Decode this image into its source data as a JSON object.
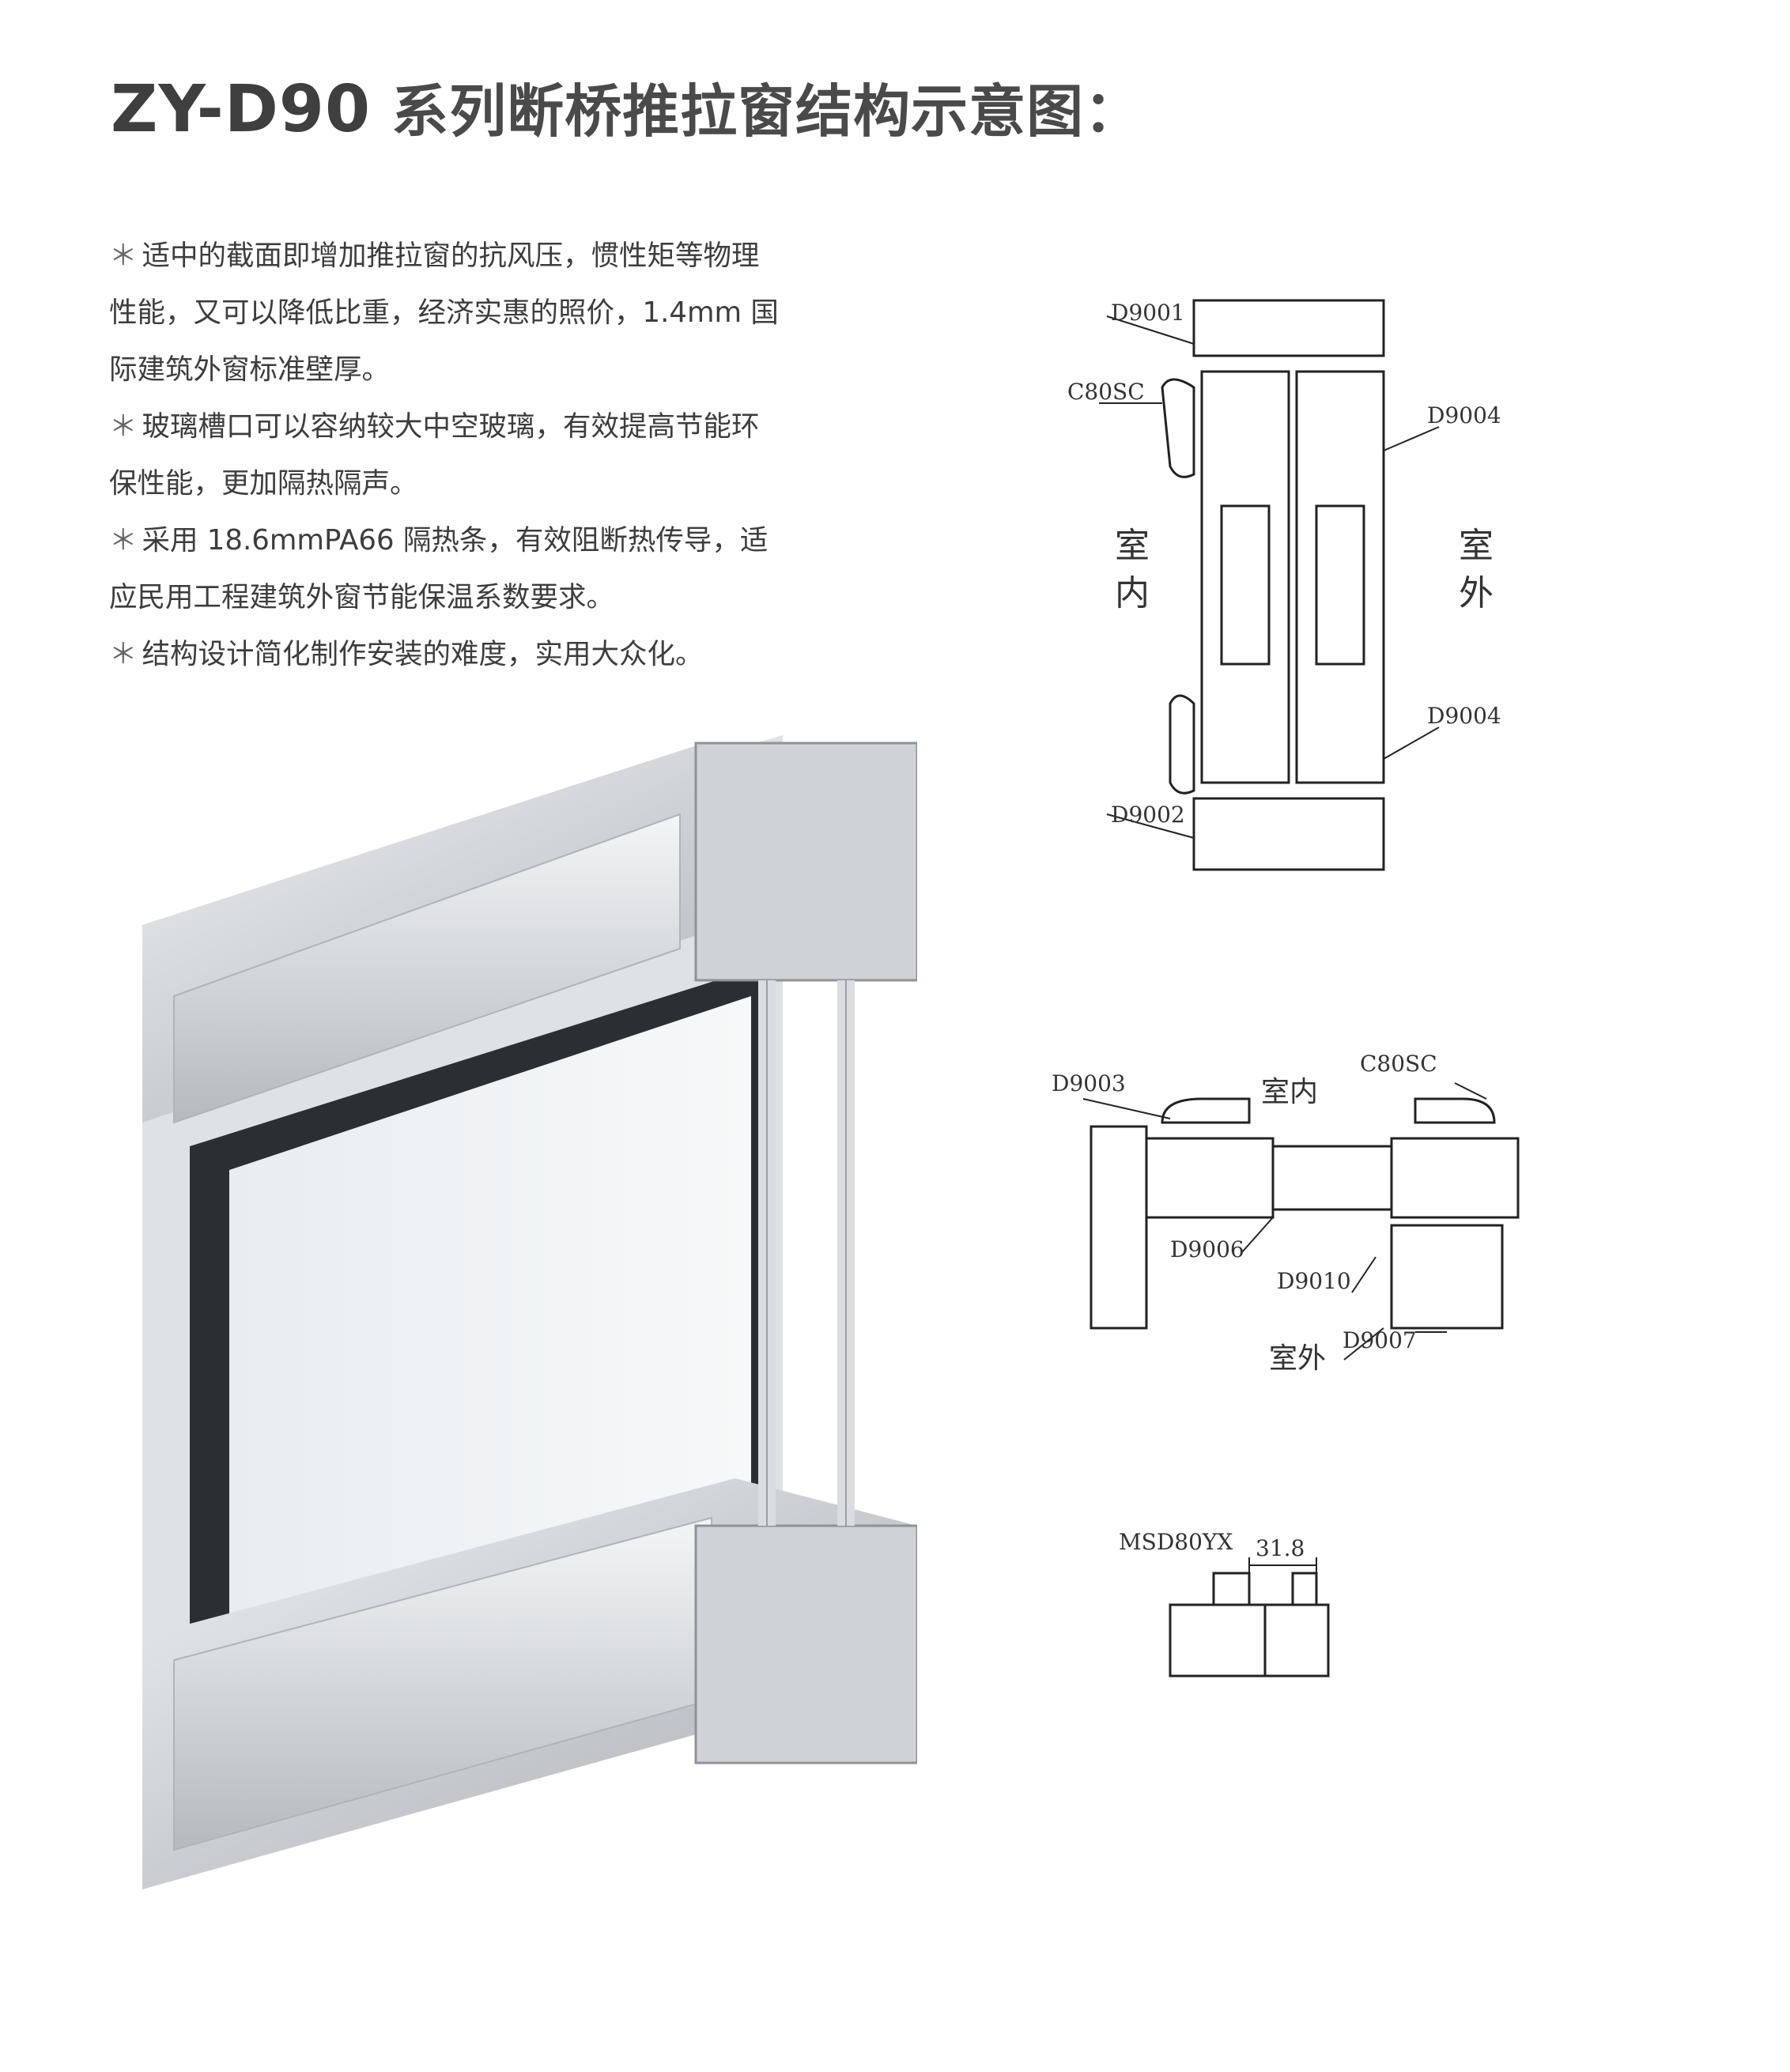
{
  "title": {
    "code": "ZY-D90",
    "text": " 系列断桥推拉窗结构示意图："
  },
  "features": [
    {
      "star": "＊",
      "lines": [
        "适中的截面即增加推拉窗的抗风压，惯性矩等物理",
        "性能，又可以降低比重，经济实惠的照价，1.4mm 国",
        "际建筑外窗标准壁厚。"
      ]
    },
    {
      "star": "＊",
      "lines": [
        "玻璃槽口可以容纳较大中空玻璃，有效提高节能环",
        "保性能，更加隔热隔声。"
      ]
    },
    {
      "star": "＊",
      "lines": [
        "采用 18.6mmPA66 隔热条，有效阻断热传导，适",
        "应民用工程建筑外窗节能保温系数要求。"
      ]
    },
    {
      "star": "＊",
      "lines": [
        "结构设计简化制作安装的难度，实用大众化。"
      ]
    }
  ],
  "diagram_vertical": {
    "labels": {
      "d9001": "D9001",
      "c80sc": "C80SC",
      "d9004_top": "D9004",
      "d9004_bottom": "D9004",
      "d9002": "D9002"
    },
    "indoor": [
      "室",
      "内"
    ],
    "outdoor": [
      "室",
      "外"
    ]
  },
  "diagram_horizontal": {
    "labels": {
      "d9003": "D9003",
      "c80sc": "C80SC",
      "d9006": "D9006",
      "d9010": "D9010",
      "d9007": "D9007"
    },
    "indoor": "室内",
    "outdoor": "室外"
  },
  "diagram_small": {
    "label": "MSD80YX",
    "dimension": "31.8"
  }
}
